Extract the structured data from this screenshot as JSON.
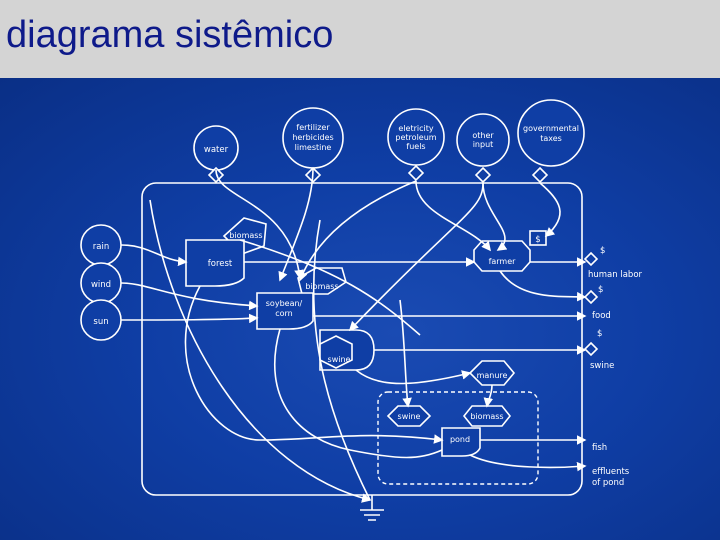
{
  "title": "diagrama sistêmico",
  "sources": {
    "water": "water",
    "fertilizer": [
      "fertilizer",
      "herbicides",
      "limestine"
    ],
    "electricity": [
      "eletricity",
      "petroleum",
      "fuels"
    ],
    "other_input": [
      "other",
      "input"
    ],
    "governmental": [
      "governmental",
      "taxes"
    ],
    "rain": "rain",
    "wind": "wind",
    "sun": "sun"
  },
  "components": {
    "biomass_top": "biomass",
    "forest": "forest",
    "farmer": "farmer",
    "biomass_mid": "biomass",
    "soybean": [
      "soybean/",
      "corn"
    ],
    "swine_house": "swine",
    "manure": "manure",
    "swine_pond": "swine",
    "biomass_pond": "biomass",
    "pond": "pond"
  },
  "outputs": {
    "money1": "$",
    "money2": "$",
    "money3": "$",
    "money4": "$",
    "human_labor": "human labor",
    "food": "food",
    "swine": "swine",
    "fish": "fish",
    "effluents": [
      "effluents",
      "of pond"
    ]
  }
}
